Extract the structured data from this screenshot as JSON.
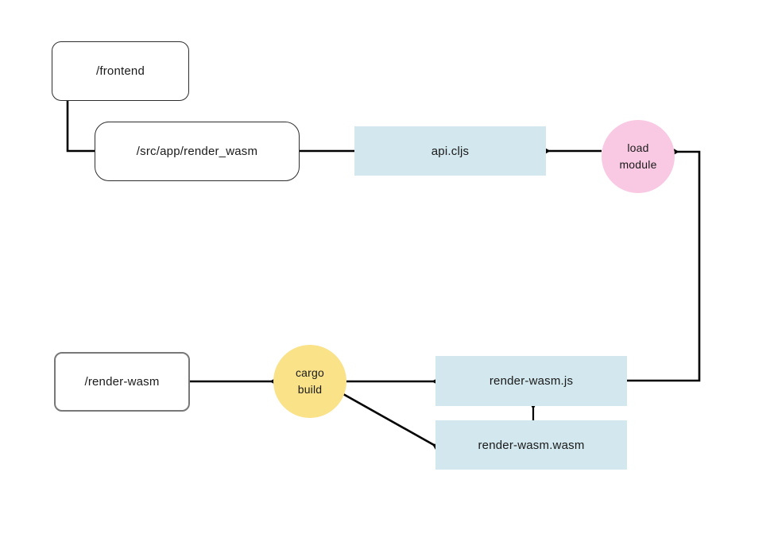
{
  "diagram": {
    "colors": {
      "background": "#ffffff",
      "file_box_fill": "#d2e8ee",
      "load_module_fill": "#f9c9e3",
      "cargo_build_fill": "#fae289",
      "connector": "#000000",
      "text": "#1a1a1a"
    },
    "nodes": {
      "frontend": {
        "label": "/frontend",
        "shape": "rounded-rect"
      },
      "src_app_render_wasm": {
        "label": "/src/app/render_wasm",
        "shape": "rounded-rect"
      },
      "api_cljs": {
        "label": "api.cljs",
        "shape": "rect",
        "fill": "#d2e8ee"
      },
      "load_module": {
        "lines": [
          "load",
          "module"
        ],
        "shape": "circle",
        "fill": "#f9c9e3"
      },
      "render_wasm_dir": {
        "label": "/render-wasm",
        "shape": "rounded-rect"
      },
      "cargo_build": {
        "lines": [
          "cargo",
          "build"
        ],
        "shape": "circle",
        "fill": "#fae289"
      },
      "render_wasm_js": {
        "label": "render-wasm.js",
        "shape": "rect",
        "fill": "#d2e8ee"
      },
      "render_wasm_wasm": {
        "label": "render-wasm.wasm",
        "shape": "rect",
        "fill": "#d2e8ee"
      }
    },
    "edges": [
      {
        "from": "frontend",
        "to": "src_app_render_wasm",
        "style": "elbow",
        "arrow": "none"
      },
      {
        "from": "src_app_render_wasm",
        "to": "api_cljs",
        "style": "straight",
        "arrow": "none"
      },
      {
        "from": "load_module",
        "to": "api_cljs",
        "style": "straight",
        "arrow": "end"
      },
      {
        "from": "render_wasm_js",
        "to": "load_module",
        "style": "elbow",
        "arrow": "end"
      },
      {
        "from": "render_wasm_dir",
        "to": "cargo_build",
        "style": "straight",
        "arrow": "end"
      },
      {
        "from": "cargo_build",
        "to": "render_wasm_js",
        "style": "straight",
        "arrow": "end"
      },
      {
        "from": "cargo_build",
        "to": "render_wasm_wasm",
        "style": "diagonal",
        "arrow": "end"
      },
      {
        "from": "render_wasm_js",
        "to": "render_wasm_wasm",
        "style": "straight",
        "arrow": "both"
      }
    ]
  }
}
